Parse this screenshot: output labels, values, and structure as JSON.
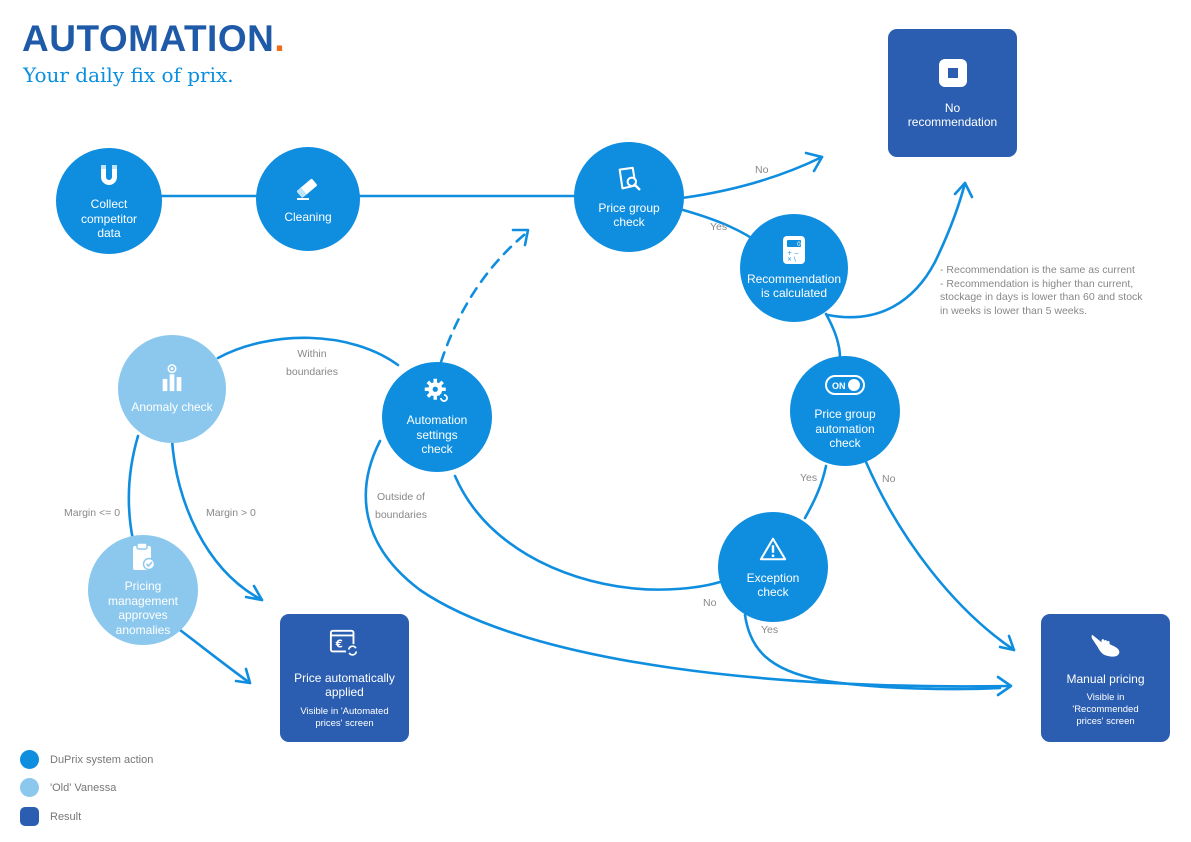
{
  "header": {
    "title": "AUTOMATION",
    "title_dot": ".",
    "subtitle": "Your daily fix of prix."
  },
  "colors": {
    "system": "#0f8ee0",
    "old_vanessa": "#8cc8ee",
    "result": "#2b5eb0",
    "accent": "#f26a1b",
    "line": "#0f8ee0"
  },
  "nodes": {
    "collect": {
      "lines": [
        "Collect",
        "competitor",
        "data"
      ],
      "icon": "magnet-icon"
    },
    "cleaning": {
      "lines": [
        "Cleaning"
      ],
      "icon": "eraser-icon"
    },
    "price_group_check": {
      "lines": [
        "Price group",
        "check"
      ],
      "icon": "search-document-icon"
    },
    "recommendation": {
      "lines": [
        "Recommendation",
        "is calculated"
      ],
      "icon": "calculator-icon"
    },
    "anomaly": {
      "lines": [
        "Anomaly check"
      ],
      "icon": "bar-chart-icon"
    },
    "automation_settings": {
      "lines": [
        "Automation",
        "settings",
        "check"
      ],
      "icon": "gear-icon"
    },
    "price_group_automation": {
      "lines": [
        "Price group",
        "automation",
        "check"
      ],
      "icon": "toggle-icon",
      "toggle_text": "ON"
    },
    "pricing_management": {
      "lines": [
        "Pricing",
        "management",
        "approves",
        "anomalies"
      ],
      "icon": "clipboard-icon"
    },
    "exception": {
      "lines": [
        "Exception",
        "check"
      ],
      "icon": "warning-icon"
    }
  },
  "results": {
    "no_recommendation": {
      "lines": [
        "No",
        "recommendation"
      ],
      "sub": [],
      "icon": "stop-icon"
    },
    "auto_applied": {
      "lines": [
        "Price automatically",
        "applied"
      ],
      "sub": [
        "Visible in 'Automated",
        "prices' screen"
      ],
      "icon": "euro-refresh-icon"
    },
    "manual": {
      "lines": [
        "Manual pricing"
      ],
      "sub": [
        "Visible in",
        "'Recommended",
        "prices' screen"
      ],
      "icon": "hand-pointer-icon"
    }
  },
  "edge_labels": {
    "no_top": "No",
    "yes_top": "Yes",
    "within": [
      "Within",
      "boundaries"
    ],
    "outside": [
      "Outside of",
      "boundaries"
    ],
    "margin_le": "Margin <= 0",
    "margin_gt": "Margin > 0",
    "yes_pga": "Yes",
    "no_pga": "No",
    "no_exc": "No",
    "yes_exc": "Yes"
  },
  "note_lines": [
    "- Recommendation is the same as current",
    "- Recommendation is higher than current,",
    "stockage in days is lower than 60 and stock",
    "in weeks is lower than 5 weeks."
  ],
  "legend": [
    {
      "label": "DuPrix system action",
      "color": "#0f8ee0",
      "shape": "circle"
    },
    {
      "label": "'Old' Vanessa",
      "color": "#8cc8ee",
      "shape": "circle"
    },
    {
      "label": "Result",
      "color": "#2b5eb0",
      "shape": "square"
    }
  ]
}
